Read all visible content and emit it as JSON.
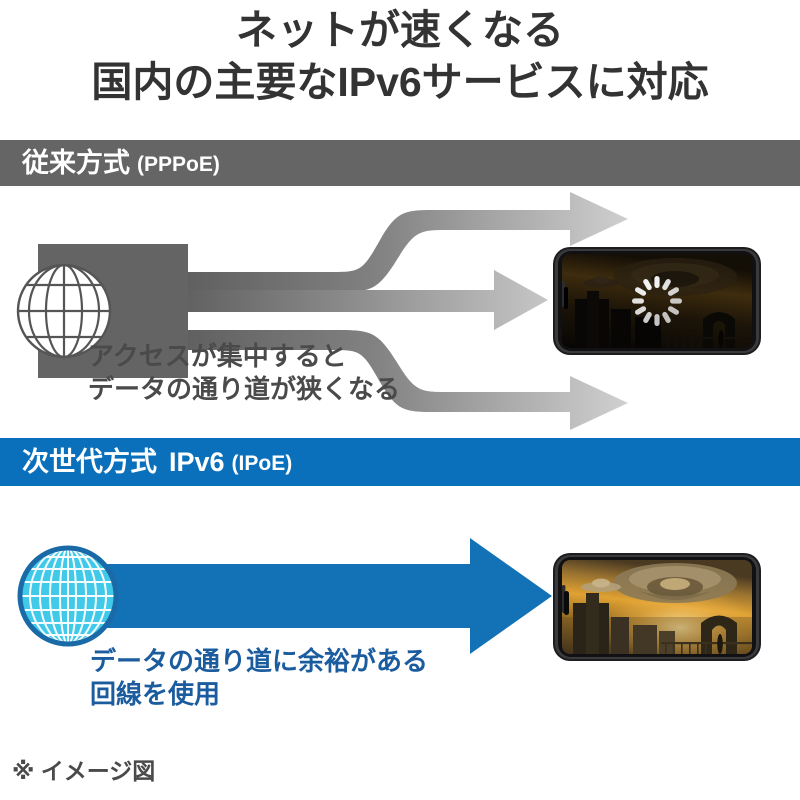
{
  "title": {
    "line1": "ネットが速くなる",
    "line2": "国内の主要なIPv6サービスに対応"
  },
  "sections": [
    {
      "id": "legacy",
      "bar": {
        "main_label": "従来方式",
        "sub_label": "(PPPoE)",
        "bg_color": "#656565",
        "text_color": "#ffffff"
      },
      "globe": {
        "name": "globe-icon-gray",
        "style": "outline",
        "stroke_color": "#555555"
      },
      "pipe": {
        "color": "#646464",
        "branch_count": 3,
        "description": "thick pipe splitting into three narrow arrows"
      },
      "arrows": [
        {
          "name": "arrow-top",
          "color_start": "#5f5f5f",
          "color_end": "#c8c8c8"
        },
        {
          "name": "arrow-middle",
          "color_start": "#5f5f5f",
          "color_end": "#bdbdbd"
        },
        {
          "name": "arrow-bottom",
          "color_start": "#5f5f5f",
          "color_end": "#c8c8c8"
        }
      ],
      "caption": "アクセスが集中すると\nデータの通り道が狭くなる",
      "caption_color": "#4a4a4a",
      "phone": {
        "name": "phone-loading",
        "orientation": "landscape",
        "screen_state": "dark",
        "spinner_visible": true,
        "screen_description": "dark sci-fi city scene with spaceship at dusk"
      }
    },
    {
      "id": "next",
      "bar": {
        "main_label": "次世代方式",
        "mid_label": "IPv6",
        "sub_label": "(IPoE)",
        "bg_color": "#0b70bb",
        "text_color": "#ffffff"
      },
      "globe": {
        "name": "globe-icon-blue",
        "style": "filled",
        "fill_color": "#3ec8e8",
        "stroke_color": "#1a6aa8"
      },
      "pipe": {
        "color": "#1372b5",
        "branch_count": 1,
        "description": "single wide arrow"
      },
      "arrows": [
        {
          "name": "arrow-wide-blue",
          "color": "#1372b5"
        }
      ],
      "caption": "データの通り道に余裕がある\n回線を使用",
      "caption_color": "#1b5c9e",
      "phone": {
        "name": "phone-playing",
        "orientation": "landscape",
        "screen_state": "bright",
        "spinner_visible": false,
        "screen_description": "bright sci-fi city scene with spaceship at sunset"
      }
    }
  ],
  "footnote": "※ イメージ図",
  "colors": {
    "brand_blue": "#0b70bb",
    "legacy_gray": "#656565",
    "text_dark": "#333333",
    "caption_gray": "#4a4a4a",
    "caption_blue": "#1b5c9e"
  }
}
